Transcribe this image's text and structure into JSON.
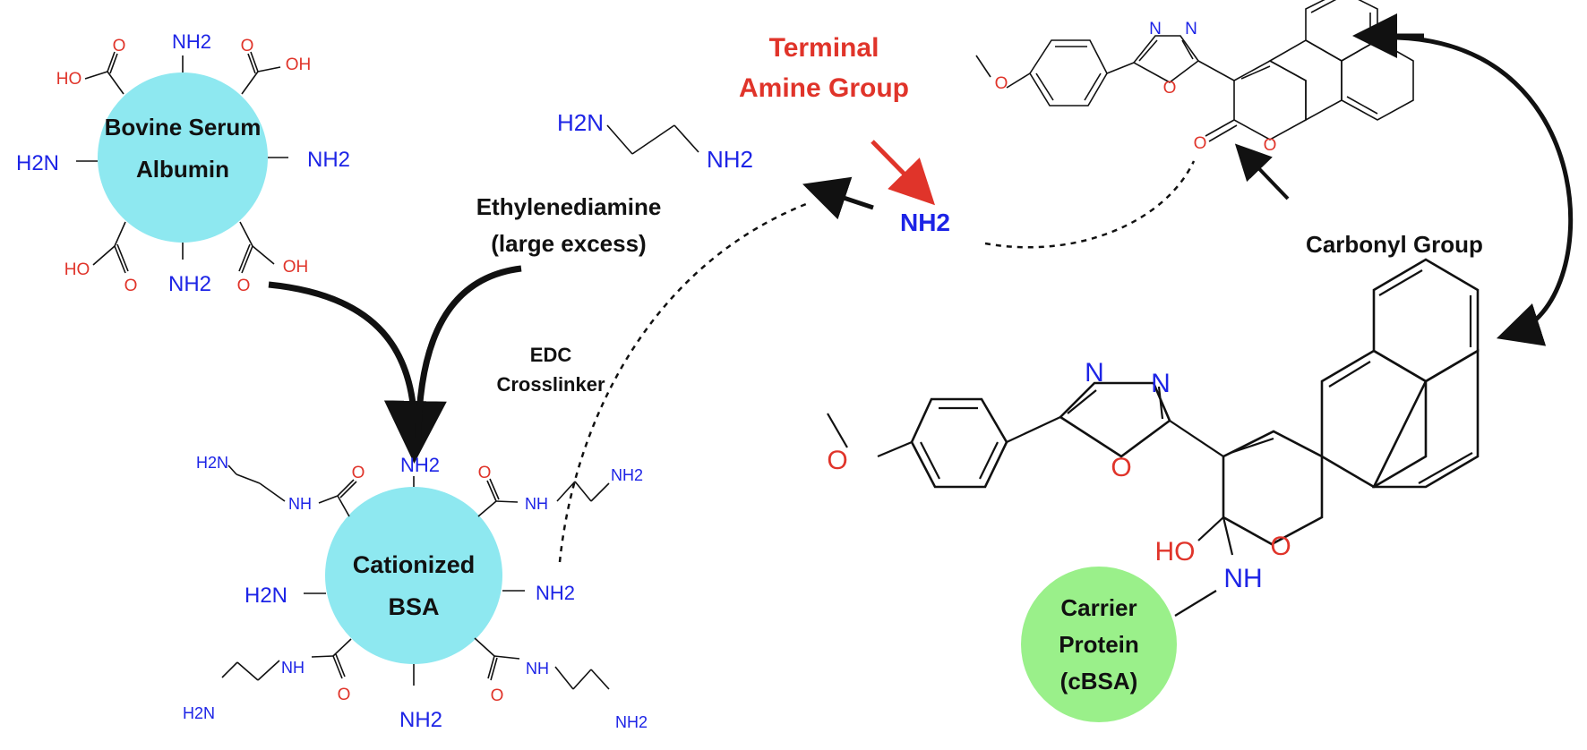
{
  "title": {
    "terminal_amine_line1": "Terminal",
    "terminal_amine_line2": "Amine Group"
  },
  "bsa": {
    "label_line1": "Bovine Serum",
    "label_line2": "Albumin",
    "groups": {
      "nh2": "NH2",
      "h2n": "H2N",
      "o": "O",
      "oh": "OH",
      "ho": "HO"
    }
  },
  "ethylenediamine": {
    "h2n": "H2N",
    "nh2": "NH2",
    "label_line1": "Ethylenediamine",
    "label_line2": "(large excess)"
  },
  "edc": {
    "line1": "EDC",
    "line2": "Crosslinker"
  },
  "cbsa": {
    "label_line1": "Cationized",
    "label_line2": "BSA",
    "nh2": "NH2",
    "h2n": "H2N",
    "nh": "NH",
    "o": "O"
  },
  "amine_nh2": "NH2",
  "carbonyl_group": "Carbonyl Group",
  "hapten_top": {
    "n": "N",
    "o": "O"
  },
  "hapten_bottom": {
    "n": "N",
    "o": "O",
    "ho": "HO",
    "nh": "NH"
  },
  "carrier": {
    "line1": "Carrier",
    "line2": "Protein",
    "line3": "(cBSA)"
  },
  "colors": {
    "bsa_circle": "#8ee8f0",
    "carrier_circle": "#9af08a",
    "amine_blue": "#1d24e6",
    "oxygen_red": "#e0342a",
    "title_red": "#e5402c"
  }
}
